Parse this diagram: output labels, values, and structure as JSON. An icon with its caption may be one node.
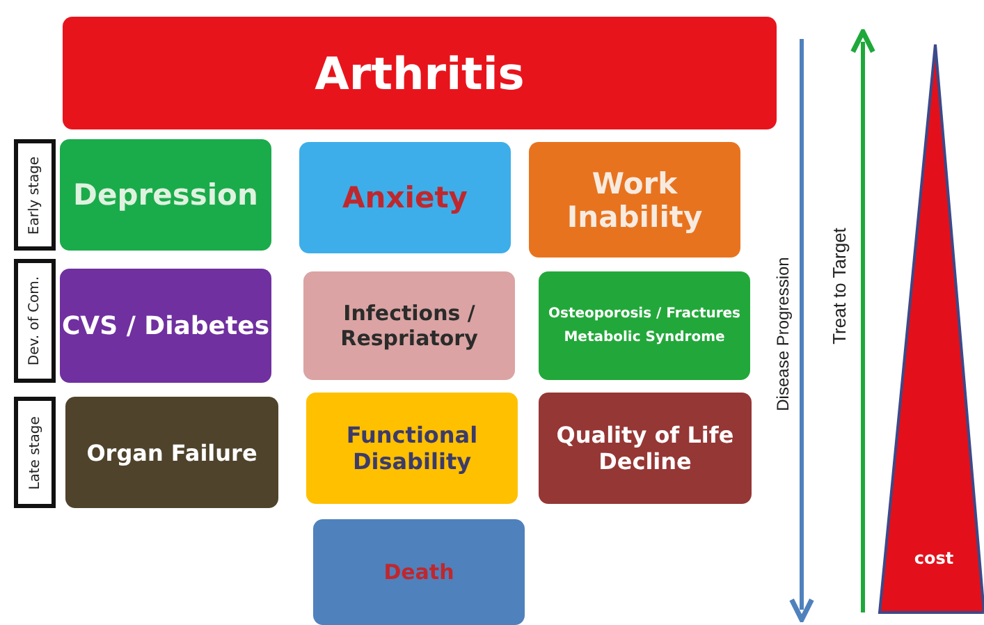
{
  "diagram": {
    "nodes": [
      {
        "text": [
          "Arthritis"
        ]
      },
      {
        "text": [
          "Early stage"
        ]
      },
      {
        "text": [
          "Dev. of Com."
        ]
      },
      {
        "text": [
          "Late stage"
        ]
      },
      {
        "text": [
          "Depression"
        ]
      },
      {
        "text": [
          "Anxiety"
        ]
      },
      {
        "text": [
          "Work Inability"
        ]
      },
      {
        "text": [
          "CVS / Diabetes"
        ]
      },
      {
        "text": [
          "Infections / Respriatory"
        ]
      },
      {
        "text": [
          "Osteoporosis / Fractures",
          "Metabolic Syndrome"
        ]
      },
      {
        "text": [
          "Organ Failure"
        ]
      },
      {
        "text": [
          "Functional Disability"
        ]
      },
      {
        "text": [
          "Quality of Life Decline"
        ]
      },
      {
        "text": [
          "Death"
        ]
      },
      {
        "text": [
          "cost"
        ]
      }
    ],
    "labels": [
      "Disease Progression",
      "Treat to Target"
    ]
  }
}
